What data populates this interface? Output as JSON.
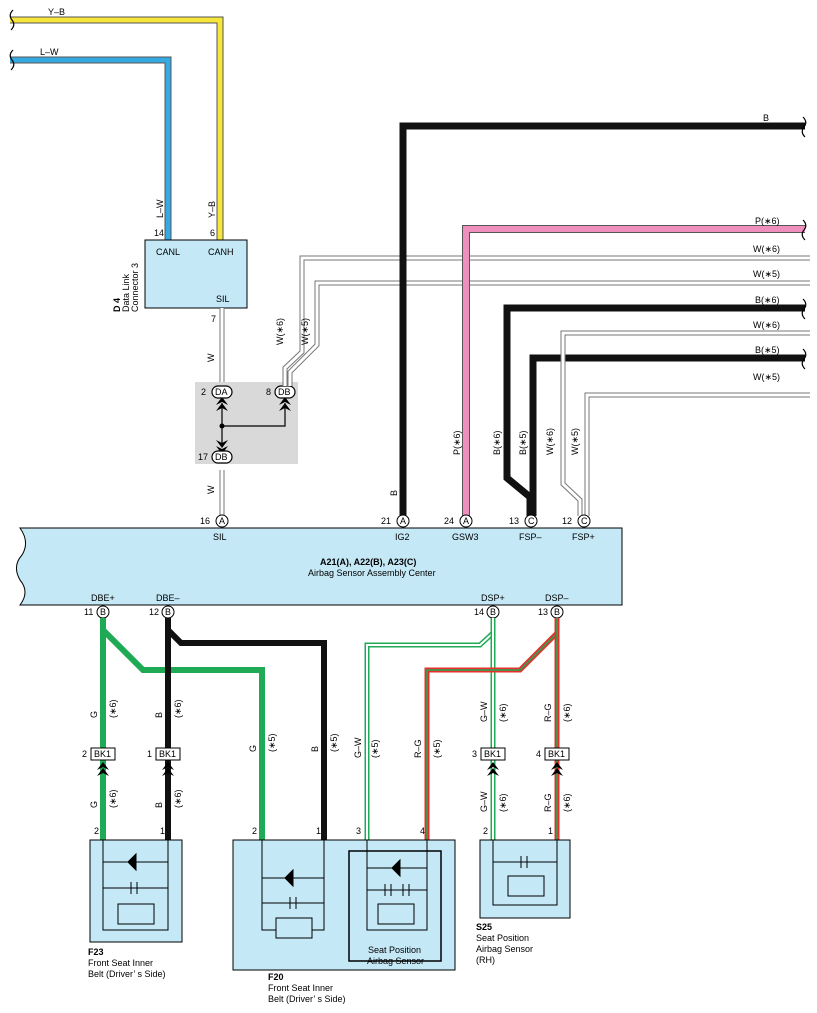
{
  "colors": {
    "yellow": "#f6e53a",
    "blue": "#35a9e1",
    "black": "#111111",
    "pink": "#ef8fbe",
    "green": "#1faa55",
    "red": "#e4312b",
    "box_fill": "#c4e8f6",
    "gray_box": "#d9d9d9"
  },
  "top_wires": {
    "yb": "Y–B",
    "lw": "L–W"
  },
  "d4": {
    "id": "D 4",
    "name1": "Data Link",
    "name2": "Connector 3",
    "canl": "CANL",
    "canh": "CANH",
    "sil": "SIL",
    "pin14": "14",
    "pin6": "6",
    "pin7": "7",
    "wire_lw": "L–W",
    "wire_yb": "Y–B",
    "wire_w": "W"
  },
  "junction": {
    "da_pin": "2",
    "da": "DA",
    "db_pin": "8",
    "db": "DB",
    "db2_pin": "17",
    "db2": "DB",
    "w_below": "W",
    "w6": "W(∗6)",
    "w5": "W(∗5)"
  },
  "right_labels": {
    "b": "B",
    "p6": "P(∗6)",
    "w6a": "W(∗6)",
    "w5a": "W(∗5)",
    "b6": "B(∗6)",
    "w6b": "W(∗6)",
    "b5": "B(∗5)",
    "w5b": "W(∗5)"
  },
  "vert_labels": {
    "b": "B",
    "p6": "P(∗6)",
    "b6": "B(∗6)",
    "b5": "B(∗5)",
    "w6": "W(∗6)",
    "w5": "W(∗5)"
  },
  "assembly": {
    "title": "A21(A), A22(B), A23(C)",
    "subtitle": "Airbag Sensor Assembly Center",
    "top_pins": [
      {
        "pin": "16",
        "conn": "A",
        "name": "SIL"
      },
      {
        "pin": "21",
        "conn": "A",
        "name": "IG2"
      },
      {
        "pin": "24",
        "conn": "A",
        "name": "GSW3"
      },
      {
        "pin": "13",
        "conn": "C",
        "name": "FSP–"
      },
      {
        "pin": "12",
        "conn": "C",
        "name": "FSP+"
      }
    ],
    "bottom_pins": [
      {
        "pin": "11",
        "conn": "B",
        "name": "DBE+"
      },
      {
        "pin": "12",
        "conn": "B",
        "name": "DBE–"
      },
      {
        "pin": "14",
        "conn": "B",
        "name": "DSP+"
      },
      {
        "pin": "13",
        "conn": "B",
        "name": "DSP–"
      }
    ]
  },
  "lower_labels": {
    "g": "G",
    "b": "B",
    "gw": "G–W",
    "rg": "R–G",
    "s6": "(∗6)",
    "s5": "(∗5)"
  },
  "bk1": [
    {
      "pin": "2",
      "label": "BK1"
    },
    {
      "pin": "1",
      "label": "BK1"
    },
    {
      "pin": "3",
      "label": "BK1"
    },
    {
      "pin": "4",
      "label": "BK1"
    }
  ],
  "f23": {
    "id": "F23",
    "line1": "Front Seat Inner",
    "line2": "Belt (Driver’ s Side)",
    "pin2": "2",
    "pin1": "1"
  },
  "f20": {
    "id": "F20",
    "line1": "Front Seat Inner",
    "line2": "Belt (Driver’ s Side)",
    "pin2": "2",
    "pin1": "1",
    "pin3": "3",
    "pin4": "4",
    "inner1": "Seat Position",
    "inner2": "Airbag Sensor"
  },
  "s25": {
    "id": "S25",
    "line1": "Seat Position",
    "line2": "Airbag Sensor",
    "line3": "(RH)",
    "pin2": "2",
    "pin1": "1"
  }
}
